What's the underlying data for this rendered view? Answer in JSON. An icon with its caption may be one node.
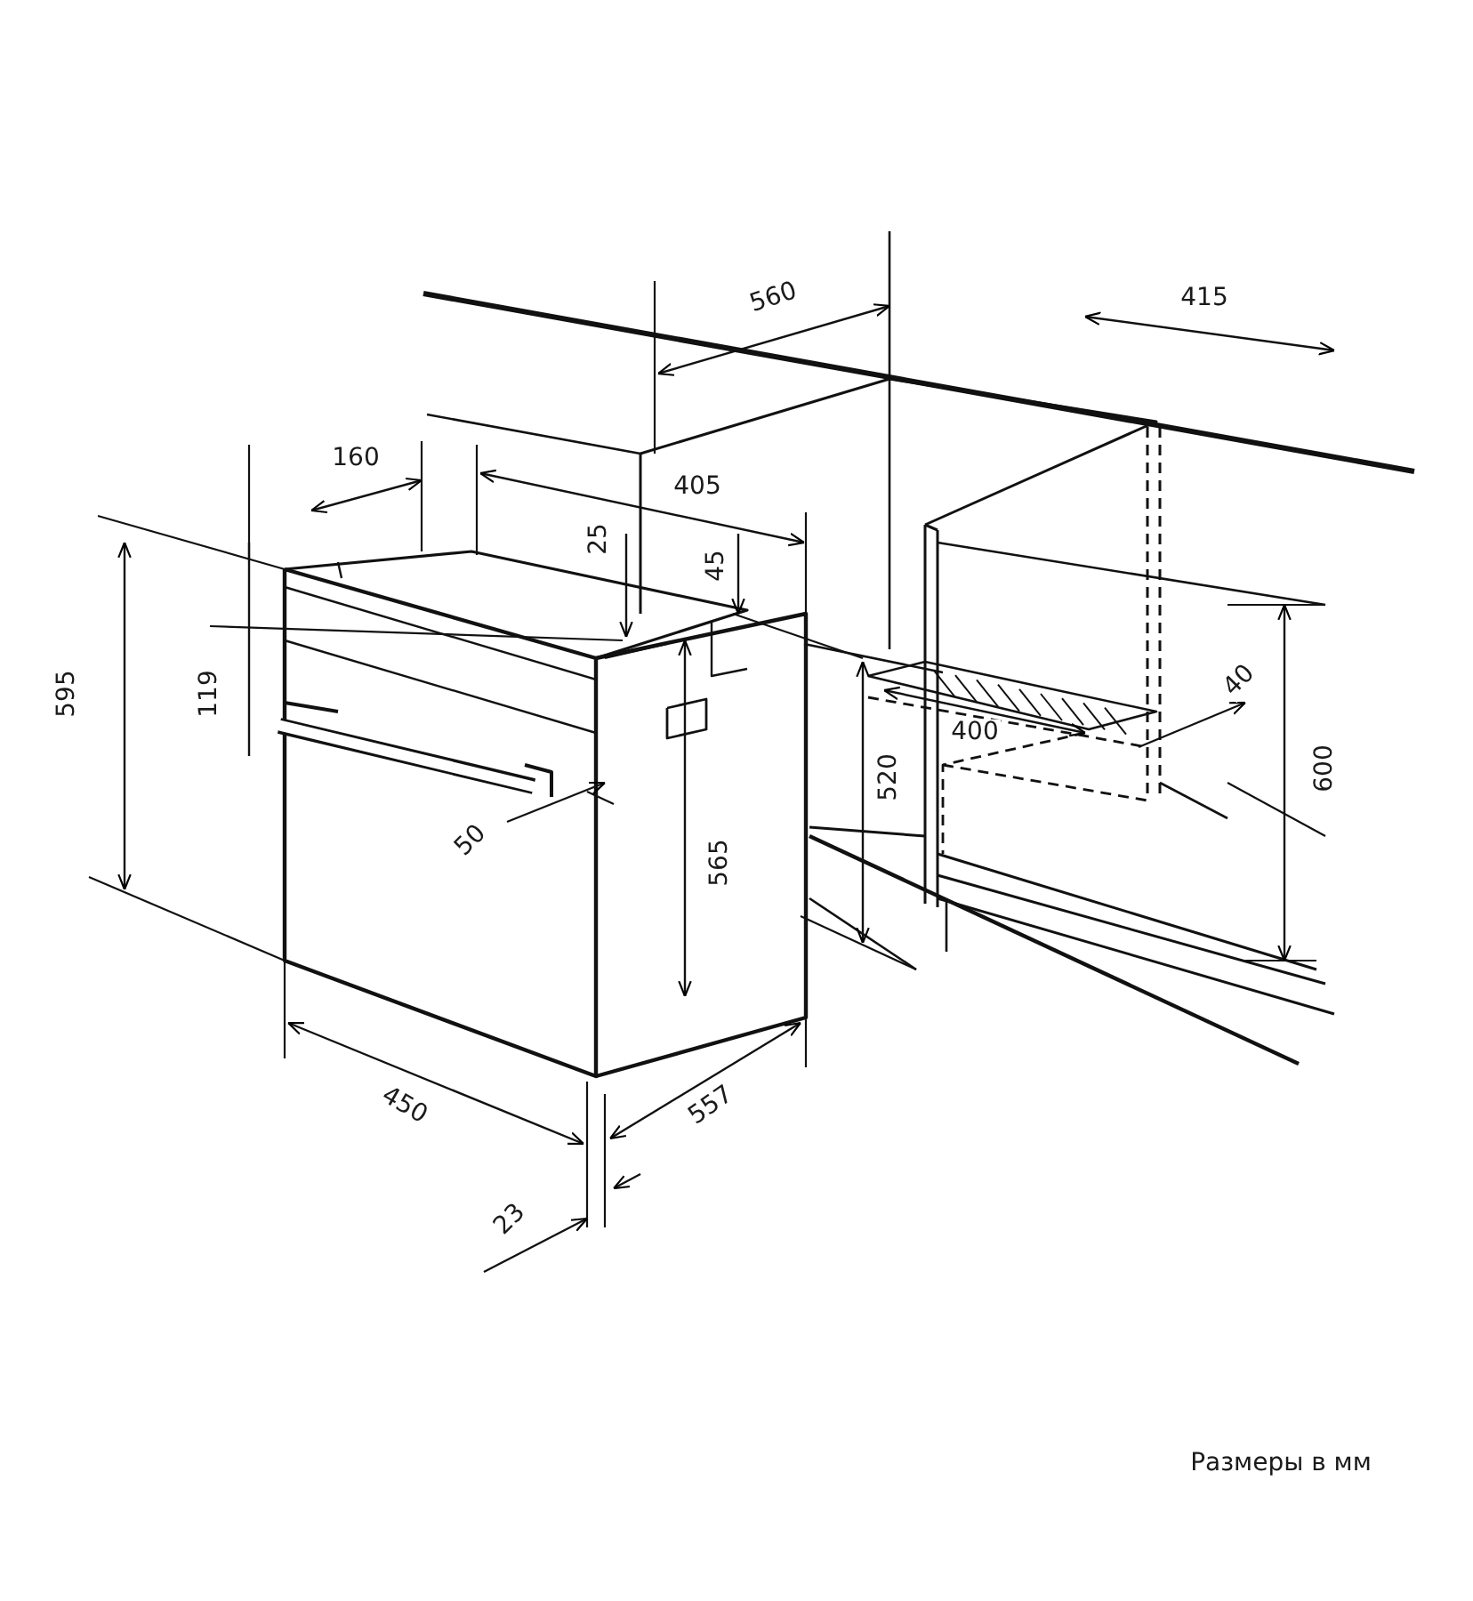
{
  "diagram": {
    "labels": [
      "560",
      "415",
      "160",
      "405",
      "25",
      "45",
      "595",
      "119",
      "400",
      "40",
      "520",
      "600",
      "565",
      "50",
      "450",
      "557",
      "23",
      "Размеры в мм"
    ]
  }
}
